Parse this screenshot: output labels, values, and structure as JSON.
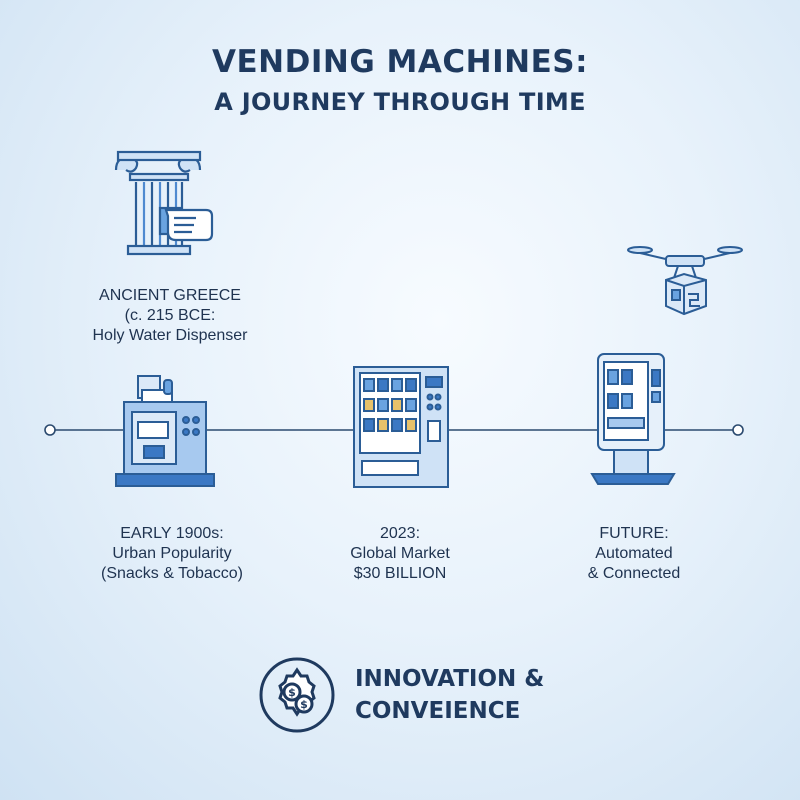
{
  "title": {
    "line1": "VENDING MACHINES:",
    "line2": "A JOURNEY THROUGH TIME"
  },
  "milestones": [
    {
      "icon": "greek-column-hand-icon",
      "lines": [
        "ANCIENT GREECE",
        "(c. 215 BCE:",
        "Holy Water Dispenser"
      ]
    },
    {
      "icon": "vintage-vending-machine-icon",
      "lines": [
        "EARLY 1900s:",
        "Urban Popularity",
        "(Snacks & Tobacco)"
      ]
    },
    {
      "icon": "snack-vending-machine-icon",
      "lines": [
        "2023:",
        "Global Market",
        "$30 BILLION"
      ]
    },
    {
      "icon": "smart-kiosk-icon",
      "lines": [
        "FUTURE:",
        "Automated",
        "& Connected"
      ]
    }
  ],
  "extra_icons": [
    "delivery-drone-icon",
    "gear-dollar-icon"
  ],
  "footer": {
    "line1": "INNOVATION &",
    "line2": "CONVEIENCE"
  },
  "colors": {
    "primary": "#1f3a5f",
    "accent": "#3b78c4",
    "light_fill": "#dbe9f8",
    "line": "#2b4a6f"
  }
}
